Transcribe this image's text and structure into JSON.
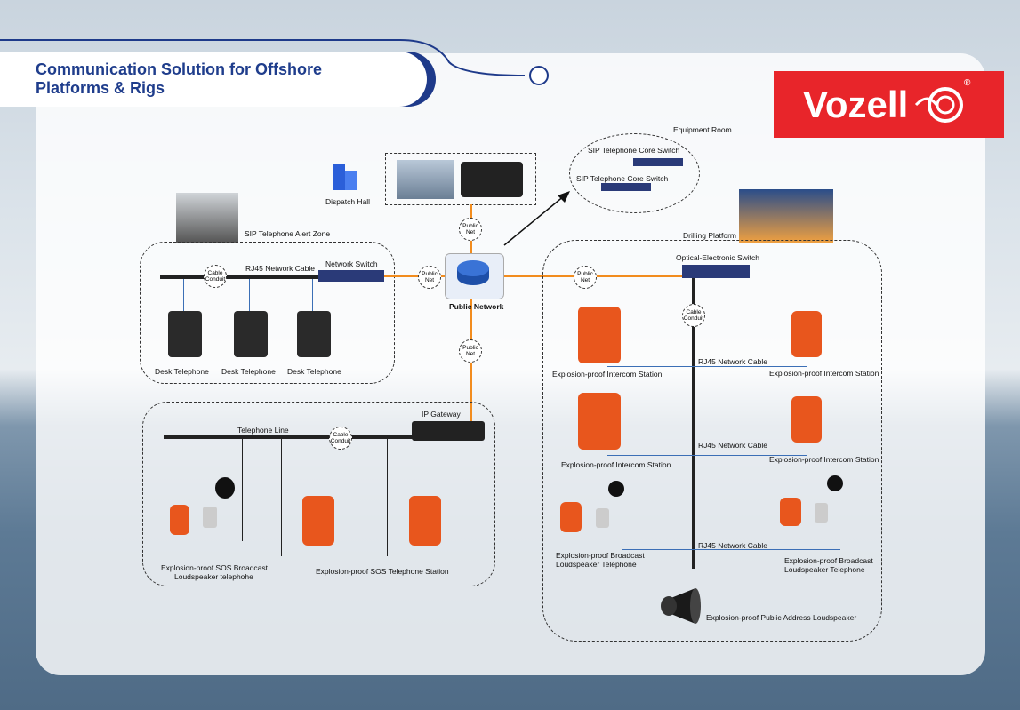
{
  "title": {
    "line1": "Communication Solution for Offshore",
    "line2": "Platforms & Rigs"
  },
  "logo": {
    "text": "Vozell",
    "registered": "®"
  },
  "colors": {
    "title": "#1f3d8c",
    "logo_bg": "#e8252a",
    "network_line": "#f28c1e",
    "rj45": "#3b6fb6"
  },
  "labels": {
    "dispatch_hall": "Dispatch Hall",
    "equipment_room": "Equipment Room",
    "core_switch_1": "SIP Telephone Core Switch",
    "core_switch_2": "SIP Telephone Core Switch",
    "alert_zone": "SIP Telephone Alert Zone",
    "rj45_cable": "RJ45 Network Cable",
    "network_switch": "Network Switch",
    "public_network": "Public Network",
    "drilling_platform": "Drilling Platform",
    "optical_switch": "Optical-Electronic Switch",
    "desk_telephone": "Desk Telephone",
    "ip_gateway": "IP Gateway",
    "telephone_line": "Telephone Line",
    "sos_broadcast_1": "Explosion-proof SOS Broadcast",
    "sos_broadcast_2": "Loudspeaker telephohe",
    "sos_station": "Explosion-proof SOS Telephone Station",
    "intercom_station": "Explosion-proof Intercom Station",
    "rj45_network_cable": "RJ45 Network Cable",
    "broadcast_phone_1": "Explosion-proof Broadcast",
    "broadcast_phone_2": "Loudspeaker Telephone",
    "pa_loudspeaker": "Explosion-proof Public Address Loudspeaker"
  },
  "bubbles": {
    "public_net_1": "Public",
    "public_net_2": "Net",
    "cable_1": "Cable",
    "cable_2": "Conduit"
  }
}
